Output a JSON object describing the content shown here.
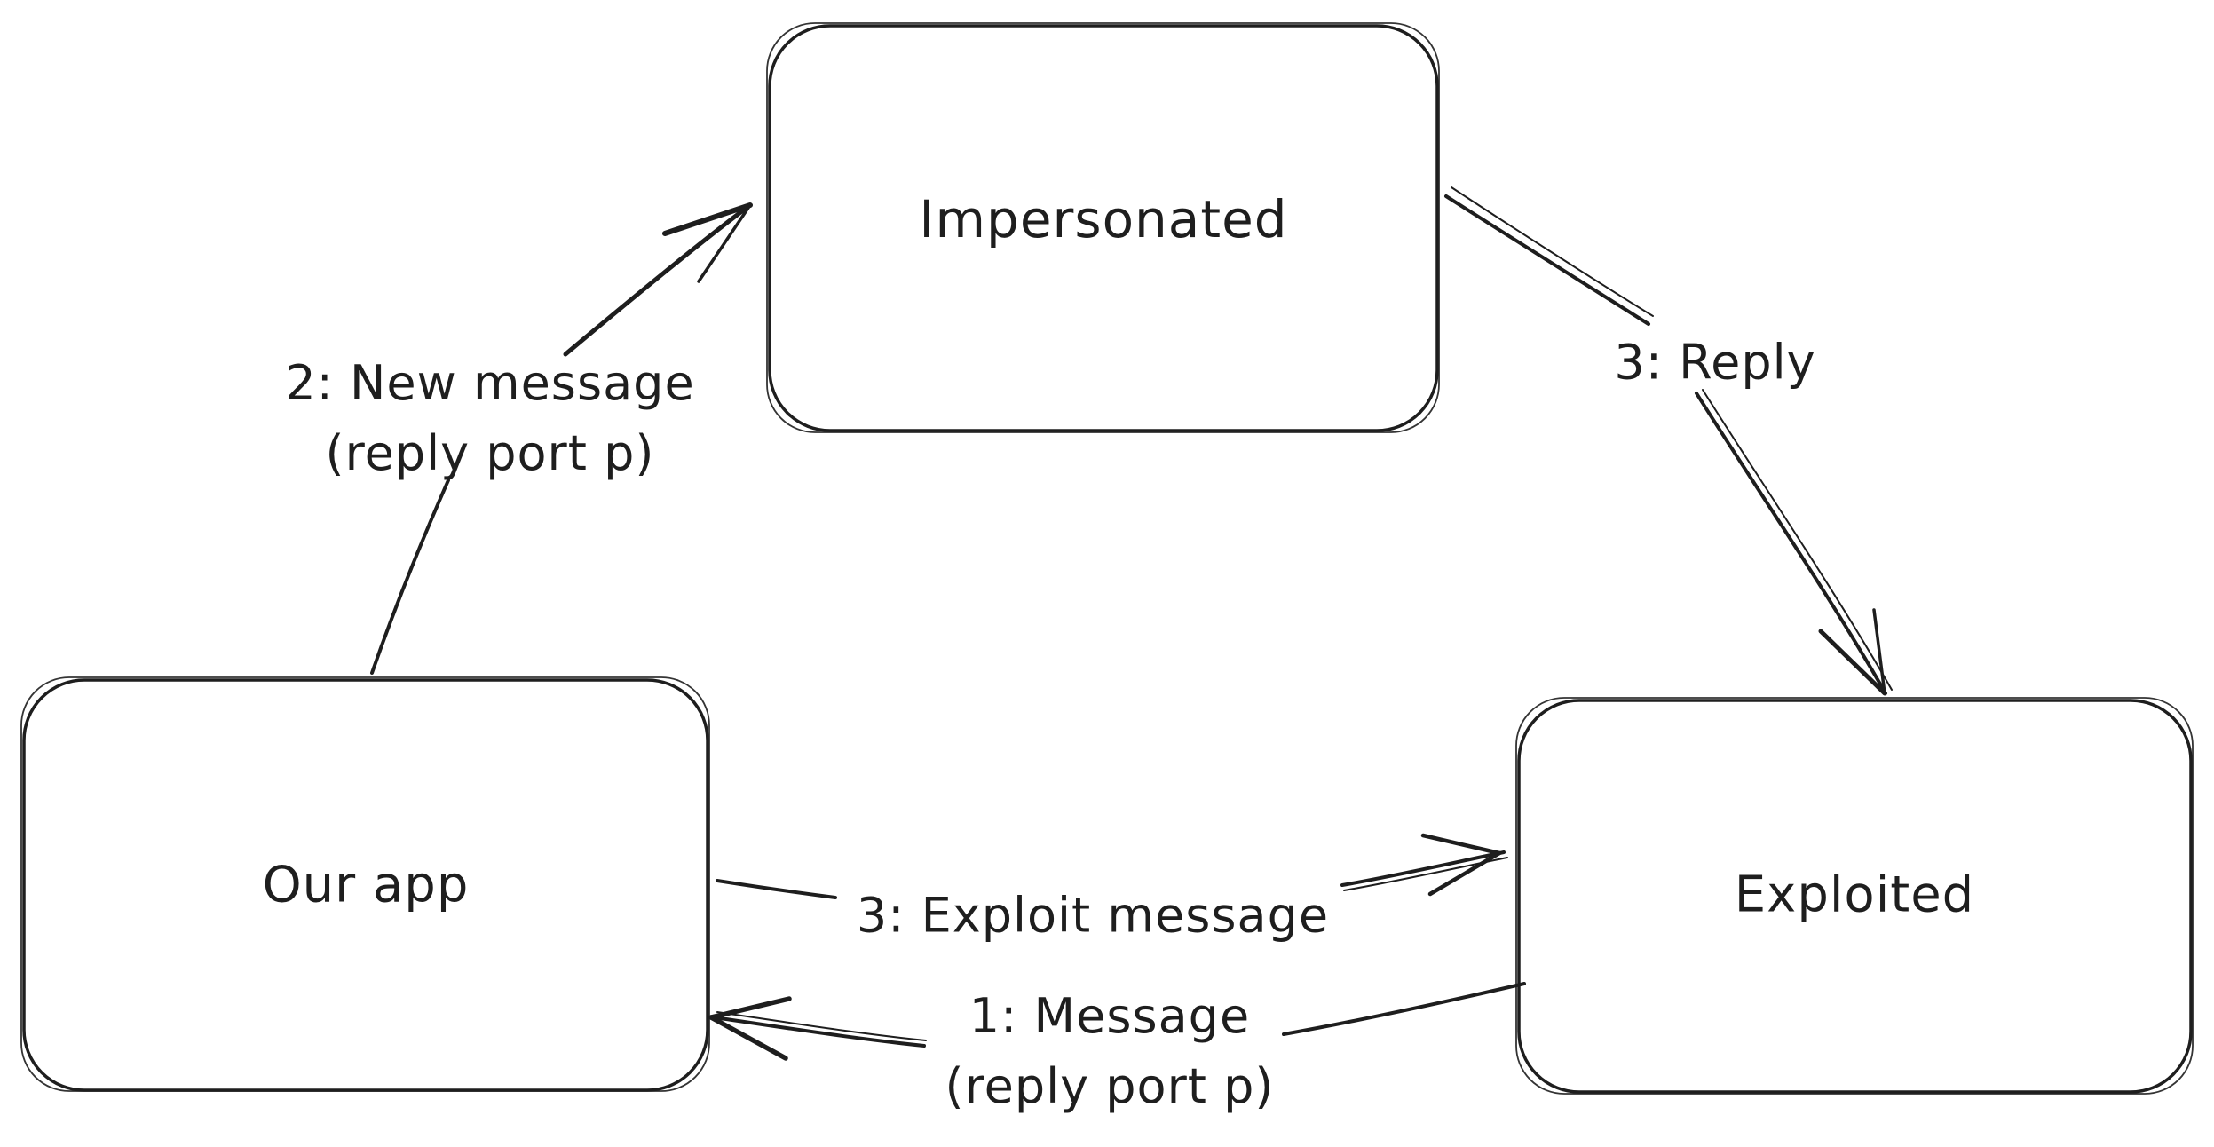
{
  "canvas": {
    "background_color": "#ffffff",
    "ink_color": "#1e1e1e",
    "style": "hand-drawn-sketch"
  },
  "diagram": {
    "type": "flow-diagram",
    "nodes": [
      {
        "id": "impersonated",
        "label": "Impersonated"
      },
      {
        "id": "our-app",
        "label": "Our app"
      },
      {
        "id": "exploited",
        "label": "Exploited"
      }
    ],
    "edges": [
      {
        "from": "our-app",
        "to": "impersonated",
        "label_line1": "2: New message",
        "label_line2": "(reply port p)"
      },
      {
        "from": "impersonated",
        "to": "exploited",
        "label_line1": "3: Reply"
      },
      {
        "from": "our-app",
        "to": "exploited",
        "label_line1": "3: Exploit message"
      },
      {
        "from": "exploited",
        "to": "our-app",
        "label_line1": "1: Message",
        "label_line2": "(reply port p)"
      }
    ]
  }
}
